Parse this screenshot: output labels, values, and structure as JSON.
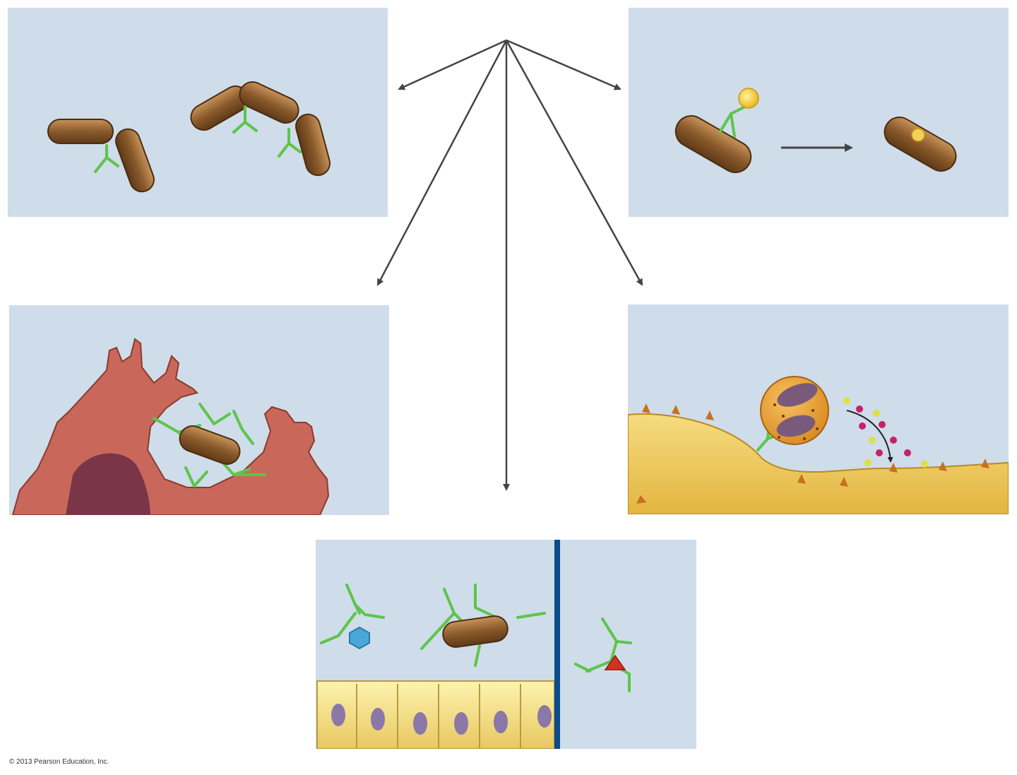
{
  "copyright": "© 2013 Pearson Education, Inc.",
  "colors": {
    "panel_bg": "#cfdcea",
    "bacterium": "#8a5a2b",
    "antibody": "#5cc54a",
    "arrow": "#444444",
    "divider": "#0b4c8c"
  },
  "panels": [
    {
      "id": "agglutination",
      "icons": [
        "bacterium-icon",
        "antibody-icon"
      ]
    },
    {
      "id": "complement-activation",
      "icons": [
        "bacterium-icon",
        "antibody-icon",
        "complement-protein-icon"
      ]
    },
    {
      "id": "opsonization",
      "icons": [
        "phagocyte-icon",
        "bacterium-icon",
        "antibody-icon"
      ]
    },
    {
      "id": "antibody-dependent-cytotoxicity",
      "icons": [
        "nk-cell-icon",
        "target-cell-icon",
        "granules-icon"
      ]
    },
    {
      "id": "neutralization",
      "icons": [
        "virus-icon",
        "bacterium-icon",
        "toxin-icon",
        "epithelial-cells-icon"
      ]
    }
  ]
}
